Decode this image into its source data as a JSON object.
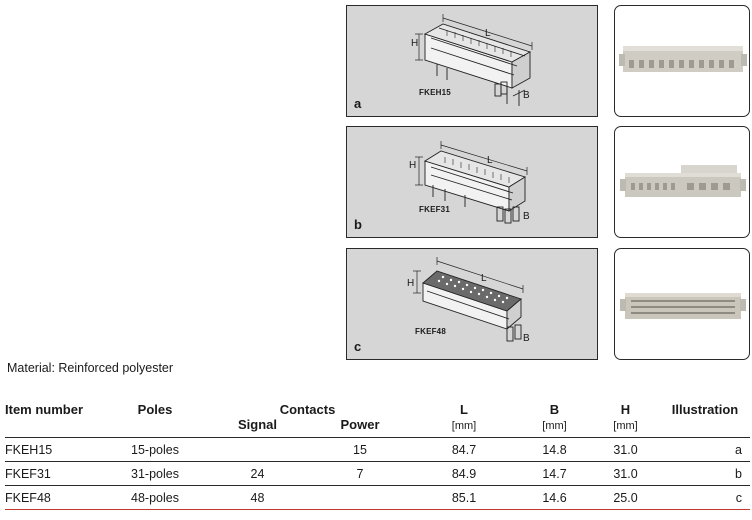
{
  "drawings": [
    {
      "letter": "a",
      "model": "FKEH15",
      "dim_L": "L",
      "dim_H": "H",
      "dim_B": "B"
    },
    {
      "letter": "b",
      "model": "FKEF31",
      "dim_L": "L",
      "dim_H": "H",
      "dim_B": "B"
    },
    {
      "letter": "c",
      "model": "FKEF48",
      "dim_L": "L",
      "dim_H": "H",
      "dim_B": "B"
    }
  ],
  "material": "Material: Reinforced polyester",
  "table": {
    "headers": {
      "item": "Item number",
      "poles": "Poles",
      "contacts": "Contacts",
      "signal": "Signal",
      "power": "Power",
      "L": "L",
      "B": "B",
      "H": "H",
      "unit": "[mm]",
      "illustration": "Illustration"
    },
    "rows": [
      {
        "item": "FKEH15",
        "poles": "15-poles",
        "signal": "",
        "power": "15",
        "L": "84.7",
        "B": "14.8",
        "H": "31.0",
        "illustration": "a"
      },
      {
        "item": "FKEF31",
        "poles": "31-poles",
        "signal": "24",
        "power": "7",
        "L": "84.9",
        "B": "14.7",
        "H": "31.0",
        "illustration": "b"
      },
      {
        "item": "FKEF48",
        "poles": "48-poles",
        "signal": "48",
        "power": "",
        "L": "85.1",
        "B": "14.6",
        "H": "25.0",
        "illustration": "c"
      }
    ]
  }
}
